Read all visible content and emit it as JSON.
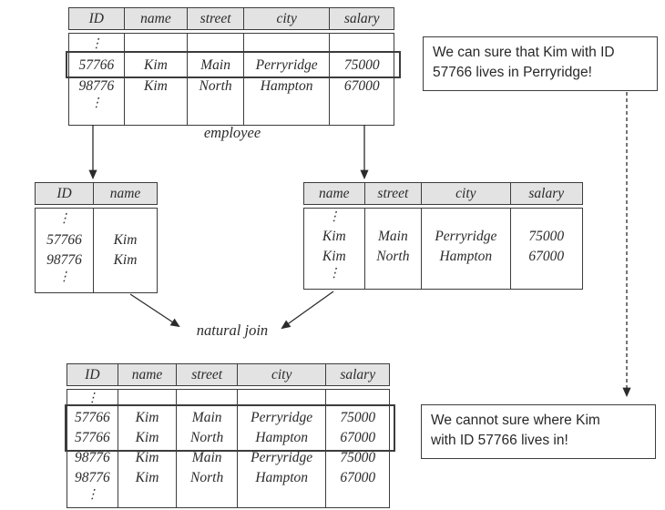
{
  "labels": {
    "employee": "employee",
    "natural_join": "natural join",
    "dots": "⋮"
  },
  "callouts": {
    "top": "We can sure that Kim with ID\n57766 lives in Perryridge!",
    "bottom": "We cannot sure where Kim\nwith ID 57766 lives in!"
  },
  "colors": {
    "table_header_fill": "#e3e3e3",
    "border": "#3c3c3c",
    "text": "#2b2b2b"
  },
  "tables": {
    "employee": {
      "columns": [
        "ID",
        "name",
        "street",
        "city",
        "salary"
      ],
      "rows": [
        [
          "57766",
          "Kim",
          "Main",
          "Perryridge",
          "75000"
        ],
        [
          "98776",
          "Kim",
          "North",
          "Hampton",
          "67000"
        ]
      ],
      "highlighted_row": [
        "57766",
        "Kim",
        "Main",
        "Perryridge",
        "75000"
      ]
    },
    "id_name_projection": {
      "columns": [
        "ID",
        "name"
      ],
      "rows": [
        [
          "57766",
          "Kim"
        ],
        [
          "98776",
          "Kim"
        ]
      ]
    },
    "name_street_city_salary_projection": {
      "columns": [
        "name",
        "street",
        "city",
        "salary"
      ],
      "rows": [
        [
          "Kim",
          "Main",
          "Perryridge",
          "75000"
        ],
        [
          "Kim",
          "North",
          "Hampton",
          "67000"
        ]
      ]
    },
    "join_result": {
      "columns": [
        "ID",
        "name",
        "street",
        "city",
        "salary"
      ],
      "rows": [
        [
          "57766",
          "Kim",
          "Main",
          "Perryridge",
          "75000"
        ],
        [
          "57766",
          "Kim",
          "North",
          "Hampton",
          "67000"
        ],
        [
          "98776",
          "Kim",
          "Main",
          "Perryridge",
          "75000"
        ],
        [
          "98776",
          "Kim",
          "North",
          "Hampton",
          "67000"
        ]
      ],
      "highlighted_rows": [
        [
          "57766",
          "Kim",
          "Main",
          "Perryridge",
          "75000"
        ],
        [
          "57766",
          "Kim",
          "North",
          "Hampton",
          "67000"
        ]
      ]
    }
  }
}
